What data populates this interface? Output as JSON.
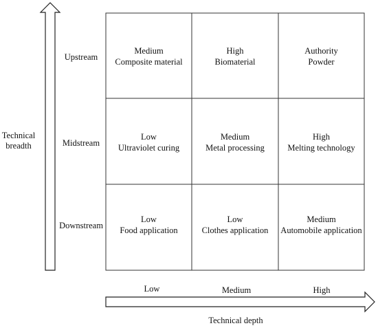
{
  "y_axis": {
    "label_line1": "Technical",
    "label_line2": "breadth"
  },
  "x_axis": {
    "label": "Technical depth"
  },
  "rows": [
    "Upstream",
    "Midstream",
    "Downstream"
  ],
  "columns": [
    "Low",
    "Medium",
    "High"
  ],
  "cells": [
    [
      {
        "level": "Medium",
        "name": "Composite material"
      },
      {
        "level": "High",
        "name": "Biomaterial"
      },
      {
        "level": "Authority",
        "name": "Powder"
      }
    ],
    [
      {
        "level": "Low",
        "name": "Ultraviolet curing"
      },
      {
        "level": "Medium",
        "name": "Metal processing"
      },
      {
        "level": "High",
        "name": "Melting technology"
      }
    ],
    [
      {
        "level": "Low",
        "name": "Food application"
      },
      {
        "level": "Low",
        "name": "Clothes application"
      },
      {
        "level": "Medium",
        "name": "Automobile application"
      }
    ]
  ]
}
